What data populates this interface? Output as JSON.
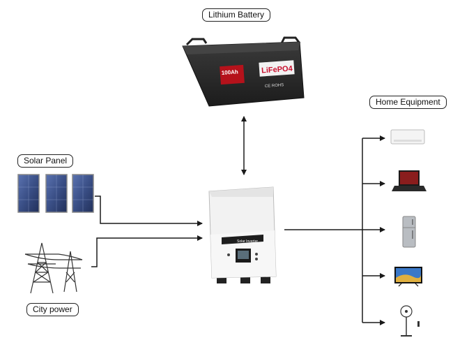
{
  "labels": {
    "battery": "Lithium Battery",
    "home_equipment": "Home Equipment",
    "solar_panel": "Solar Panel",
    "city_power": "City power"
  },
  "battery_device": {
    "capacity": "100Ah",
    "chemistry": "LiFePO4",
    "certifications": "CE ROHS"
  },
  "inverter_device": {
    "brand": "Solar Inverter"
  },
  "devices": [
    "air-conditioner",
    "laptop",
    "refrigerator",
    "television",
    "fan"
  ],
  "colors": {
    "line": "#1a1a1a",
    "battery_body": "#2b2b2b",
    "battery_accent": "#c8102e",
    "panel_cell": "#3a4f86",
    "inverter_body": "#f2f2f2"
  }
}
